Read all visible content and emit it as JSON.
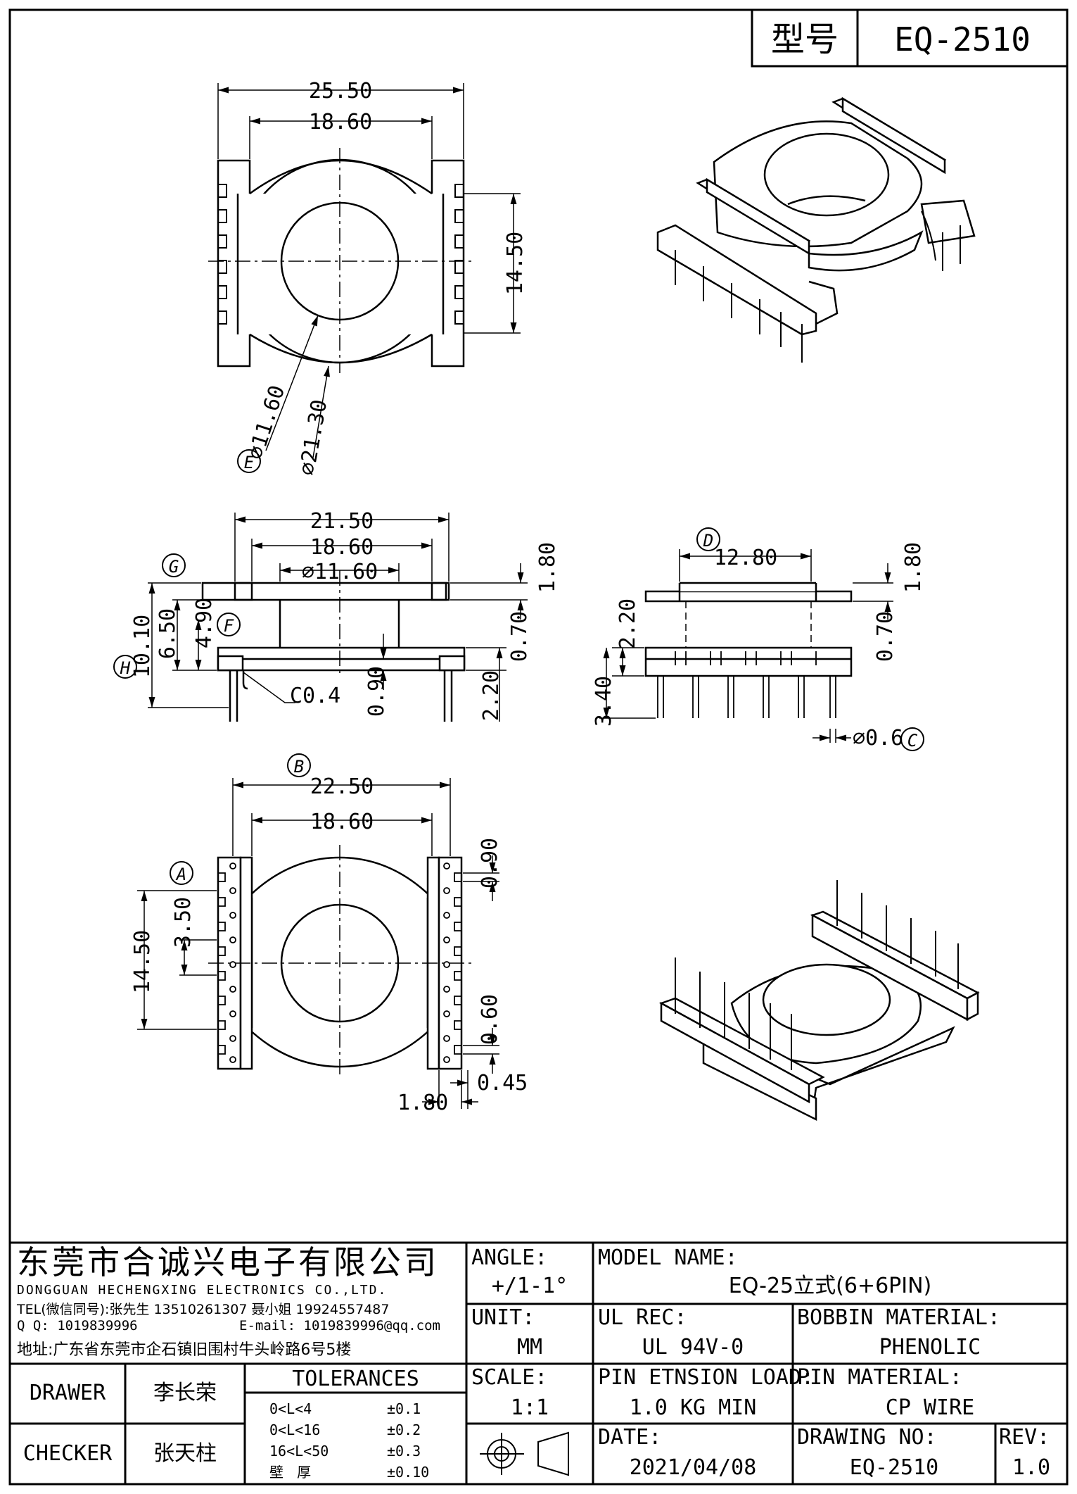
{
  "header": {
    "model_label": "型号",
    "model_value": "EQ-2510"
  },
  "dims": {
    "top_width_outer": "25.50",
    "top_width_inner": "18.60",
    "top_height": "14.50",
    "top_inner_dia": "⌀11.60",
    "top_outer_dia": "⌀21.30",
    "side_width_outer": "21.50",
    "side_width_inner": "18.60",
    "side_dia": "⌀11.60",
    "side_h_total": "10.10",
    "side_h_650": "6.50",
    "side_h_490": "4.90",
    "side_flange_top": "1.80",
    "side_flange_070": "0.70",
    "side_090": "0.90",
    "side_220": "2.20",
    "side_chamfer": "C0.4",
    "right_width": "12.80",
    "right_180": "1.80",
    "right_070": "0.70",
    "right_220": "2.20",
    "right_340": "3.40",
    "right_pin": "⌀0.6",
    "bot_width_outer": "22.50",
    "bot_width_inner": "18.60",
    "bot_height": "14.50",
    "bot_pitch": "3.50",
    "bot_090": "0.90",
    "bot_060": "0.60",
    "bot_045": "0.45",
    "bot_180": "1.80"
  },
  "markers": {
    "a": "A",
    "b": "B",
    "c": "C",
    "d": "D",
    "e": "E",
    "f": "F",
    "g": "G",
    "h": "H"
  },
  "company": {
    "name_cn": "东莞市合诚兴电子有限公司",
    "name_en": "DONGGUAN HECHENGXING ELECTRONICS CO.,LTD.",
    "tel": "TEL(微信同号):张先生 13510261307 聂小姐 19924557487",
    "qq_label": "Q Q: 1019839996",
    "email": "E-mail: 1019839996@qq.com",
    "address": "地址:广东省东莞市企石镇旧围村牛头岭路6号5楼"
  },
  "title_block": {
    "angle_label": "ANGLE:",
    "angle_value": "+/1-1°",
    "model_name_label": "MODEL NAME:",
    "model_name_value": "EQ-25立式(6+6PIN)",
    "unit_label": "UNIT:",
    "unit_value": "MM",
    "ul_label": "UL REC:",
    "ul_value": "UL 94V-0",
    "bobbin_label": "BOBBIN MATERIAL:",
    "bobbin_value": "PHENOLIC",
    "scale_label": "SCALE:",
    "scale_value": "1:1",
    "pin_tension_label": "PIN ETNSION LOAD:",
    "pin_tension_value": "1.0 KG MIN",
    "pin_material_label": "PIN MATERIAL:",
    "pin_material_value": "CP WIRE",
    "date_label": "DATE:",
    "date_value": "2021/04/08",
    "drawing_no_label": "DRAWING NO:",
    "drawing_no_value": "EQ-2510",
    "rev_label": "REV:",
    "rev_value": "1.0",
    "drawer_label": "DRAWER",
    "drawer_value": "李长荣",
    "checker_label": "CHECKER",
    "checker_value": "张天柱",
    "tolerances_label": "TOLERANCES",
    "tolerances": [
      {
        "range": "0<L<4",
        "tol": "±0.1"
      },
      {
        "range": "0<L<16",
        "tol": "±0.2"
      },
      {
        "range": "16<L<50",
        "tol": "±0.3"
      },
      {
        "range": "壁   厚",
        "tol": "±0.10"
      }
    ]
  }
}
